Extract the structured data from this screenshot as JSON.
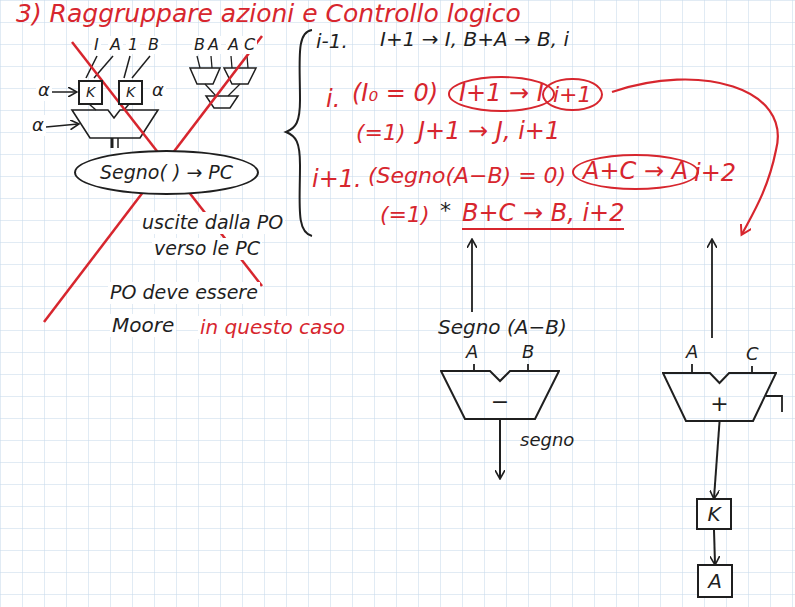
{
  "diagram": {
    "title": "3) Raggruppare azioni e Controllo logico",
    "nodes": [
      {
        "text": [
          "K"
        ]
      },
      {
        "text": [
          "K"
        ]
      },
      {
        "text": [
          "Segno( ) → PC"
        ]
      },
      {
        "text": [
          "−"
        ]
      },
      {
        "text": [
          "+"
        ]
      },
      {
        "text": [
          "K"
        ]
      },
      {
        "text": [
          "A"
        ]
      }
    ],
    "edges": [
      {
        "from": 4,
        "to": 5,
        "arrow": "to"
      },
      {
        "from": 5,
        "to": 6,
        "arrow": "to"
      }
    ],
    "labels": [
      "i-1.",
      "I+1 → I, B+A → B, i",
      "i.",
      "(I₀ = 0)",
      "I+1 → I",
      "i+1",
      "(=1)",
      "J+1 → J, i+1",
      "i+1.",
      "(Segno(A−B) = 0)",
      "A+C → A",
      "i+2",
      "(=1)",
      "*",
      "B+C → B, i+2",
      "I",
      "A",
      "1",
      "B",
      "α",
      "α",
      "α",
      "B",
      "A",
      "A",
      "C",
      "uscite dalla PO",
      "verso le PC",
      "PO deve essere",
      "Moore",
      "in questo caso",
      "Segno (A−B)",
      "A",
      "B",
      "segno",
      "A",
      "C"
    ]
  }
}
